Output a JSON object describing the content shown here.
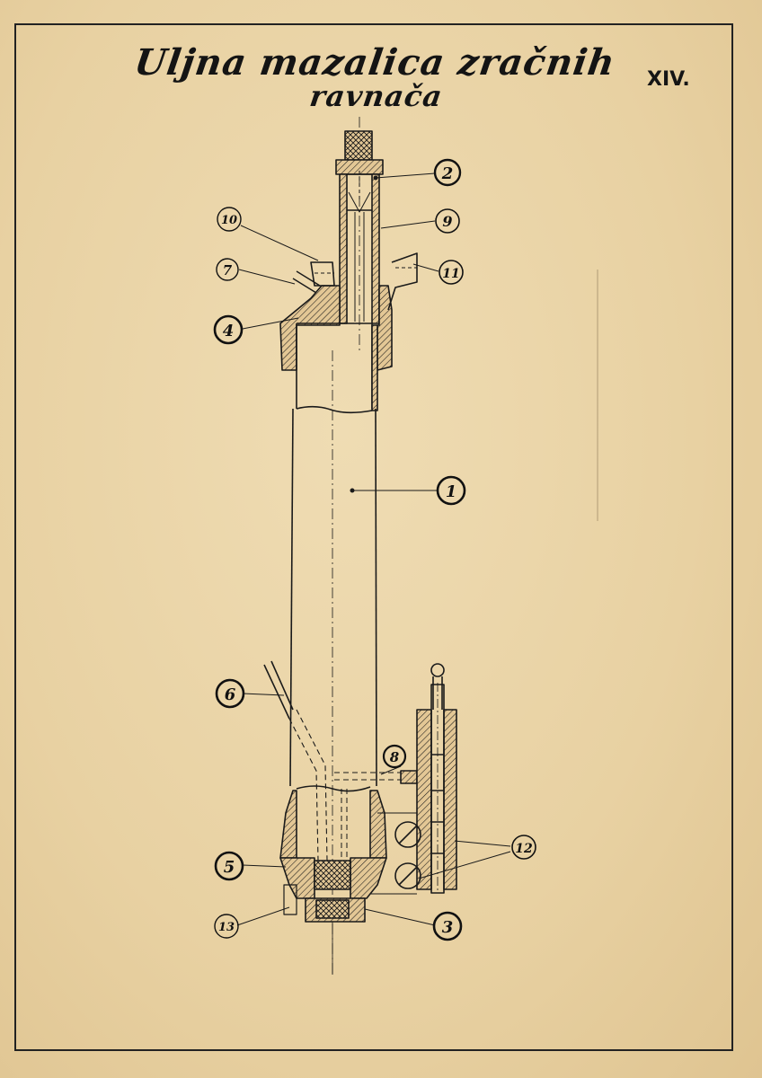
{
  "title": {
    "line1": "Uljna mazalica zračnih",
    "line2": "ravnača"
  },
  "sheet_number": "XIV.",
  "callouts": [
    {
      "id": "1",
      "style": "bold"
    },
    {
      "id": "2",
      "style": "bold"
    },
    {
      "id": "3",
      "style": "bold"
    },
    {
      "id": "4",
      "style": "bold"
    },
    {
      "id": "5",
      "style": "bold"
    },
    {
      "id": "6",
      "style": "bold"
    },
    {
      "id": "7",
      "style": "light"
    },
    {
      "id": "8",
      "style": "bold"
    },
    {
      "id": "9",
      "style": "light"
    },
    {
      "id": "10",
      "style": "light"
    },
    {
      "id": "11",
      "style": "light"
    },
    {
      "id": "12",
      "style": "light"
    },
    {
      "id": "13",
      "style": "light"
    }
  ],
  "colors": {
    "paper": "#e9d3a6",
    "ink": "#1a1a1a"
  }
}
